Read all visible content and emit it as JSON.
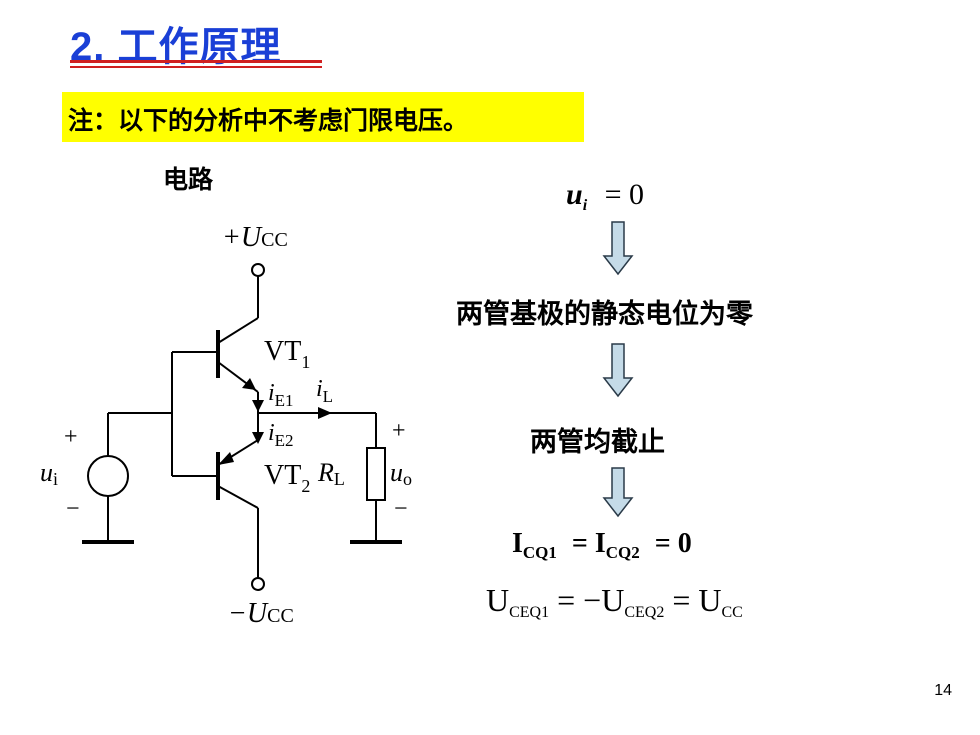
{
  "slide": {
    "title": "2. 工作原理",
    "note": "注：以下的分析中不考虑门限电压。",
    "circuit_label": "电路",
    "page_number": "14"
  },
  "circuit": {
    "vcc_top": "+U",
    "vcc_top_sub": "CC",
    "vcc_bottom": "−U",
    "vcc_bottom_sub": "CC",
    "vt1": "VT",
    "vt1_sub": "1",
    "vt2": "VT",
    "vt2_sub": "2",
    "ie1": "i",
    "ie1_sub": "E1",
    "ie2": "i",
    "ie2_sub": "E2",
    "il": "i",
    "il_sub": "L",
    "ui": "u",
    "ui_sub": "i",
    "rl": "R",
    "rl_sub": "L",
    "uo": "u",
    "uo_sub": "o",
    "plus": "+",
    "minus": "−"
  },
  "flow": {
    "eq1_var": "u",
    "eq1_sub": "i",
    "eq1_rhs": "= 0",
    "step1": "两管基极的静态电位为零",
    "step2": "两管均截止",
    "eq2_i": "I",
    "eq2_sub1": "CQ1",
    "eq2_mid": "= I",
    "eq2_sub2": "CQ2",
    "eq2_rhs": "= 0",
    "eq3_u1": "U",
    "eq3_sub1": "CEQ1",
    "eq3_mid": "= −U",
    "eq3_sub2": "CEQ2",
    "eq3_eq": "= U",
    "eq3_sub3": "CC"
  },
  "colors": {
    "title": "#1a3fd6",
    "title_rule": "#d02020",
    "note_bg": "#ffff00",
    "arrow_fill": "#c5dbe8",
    "arrow_stroke": "#2a3a48"
  }
}
